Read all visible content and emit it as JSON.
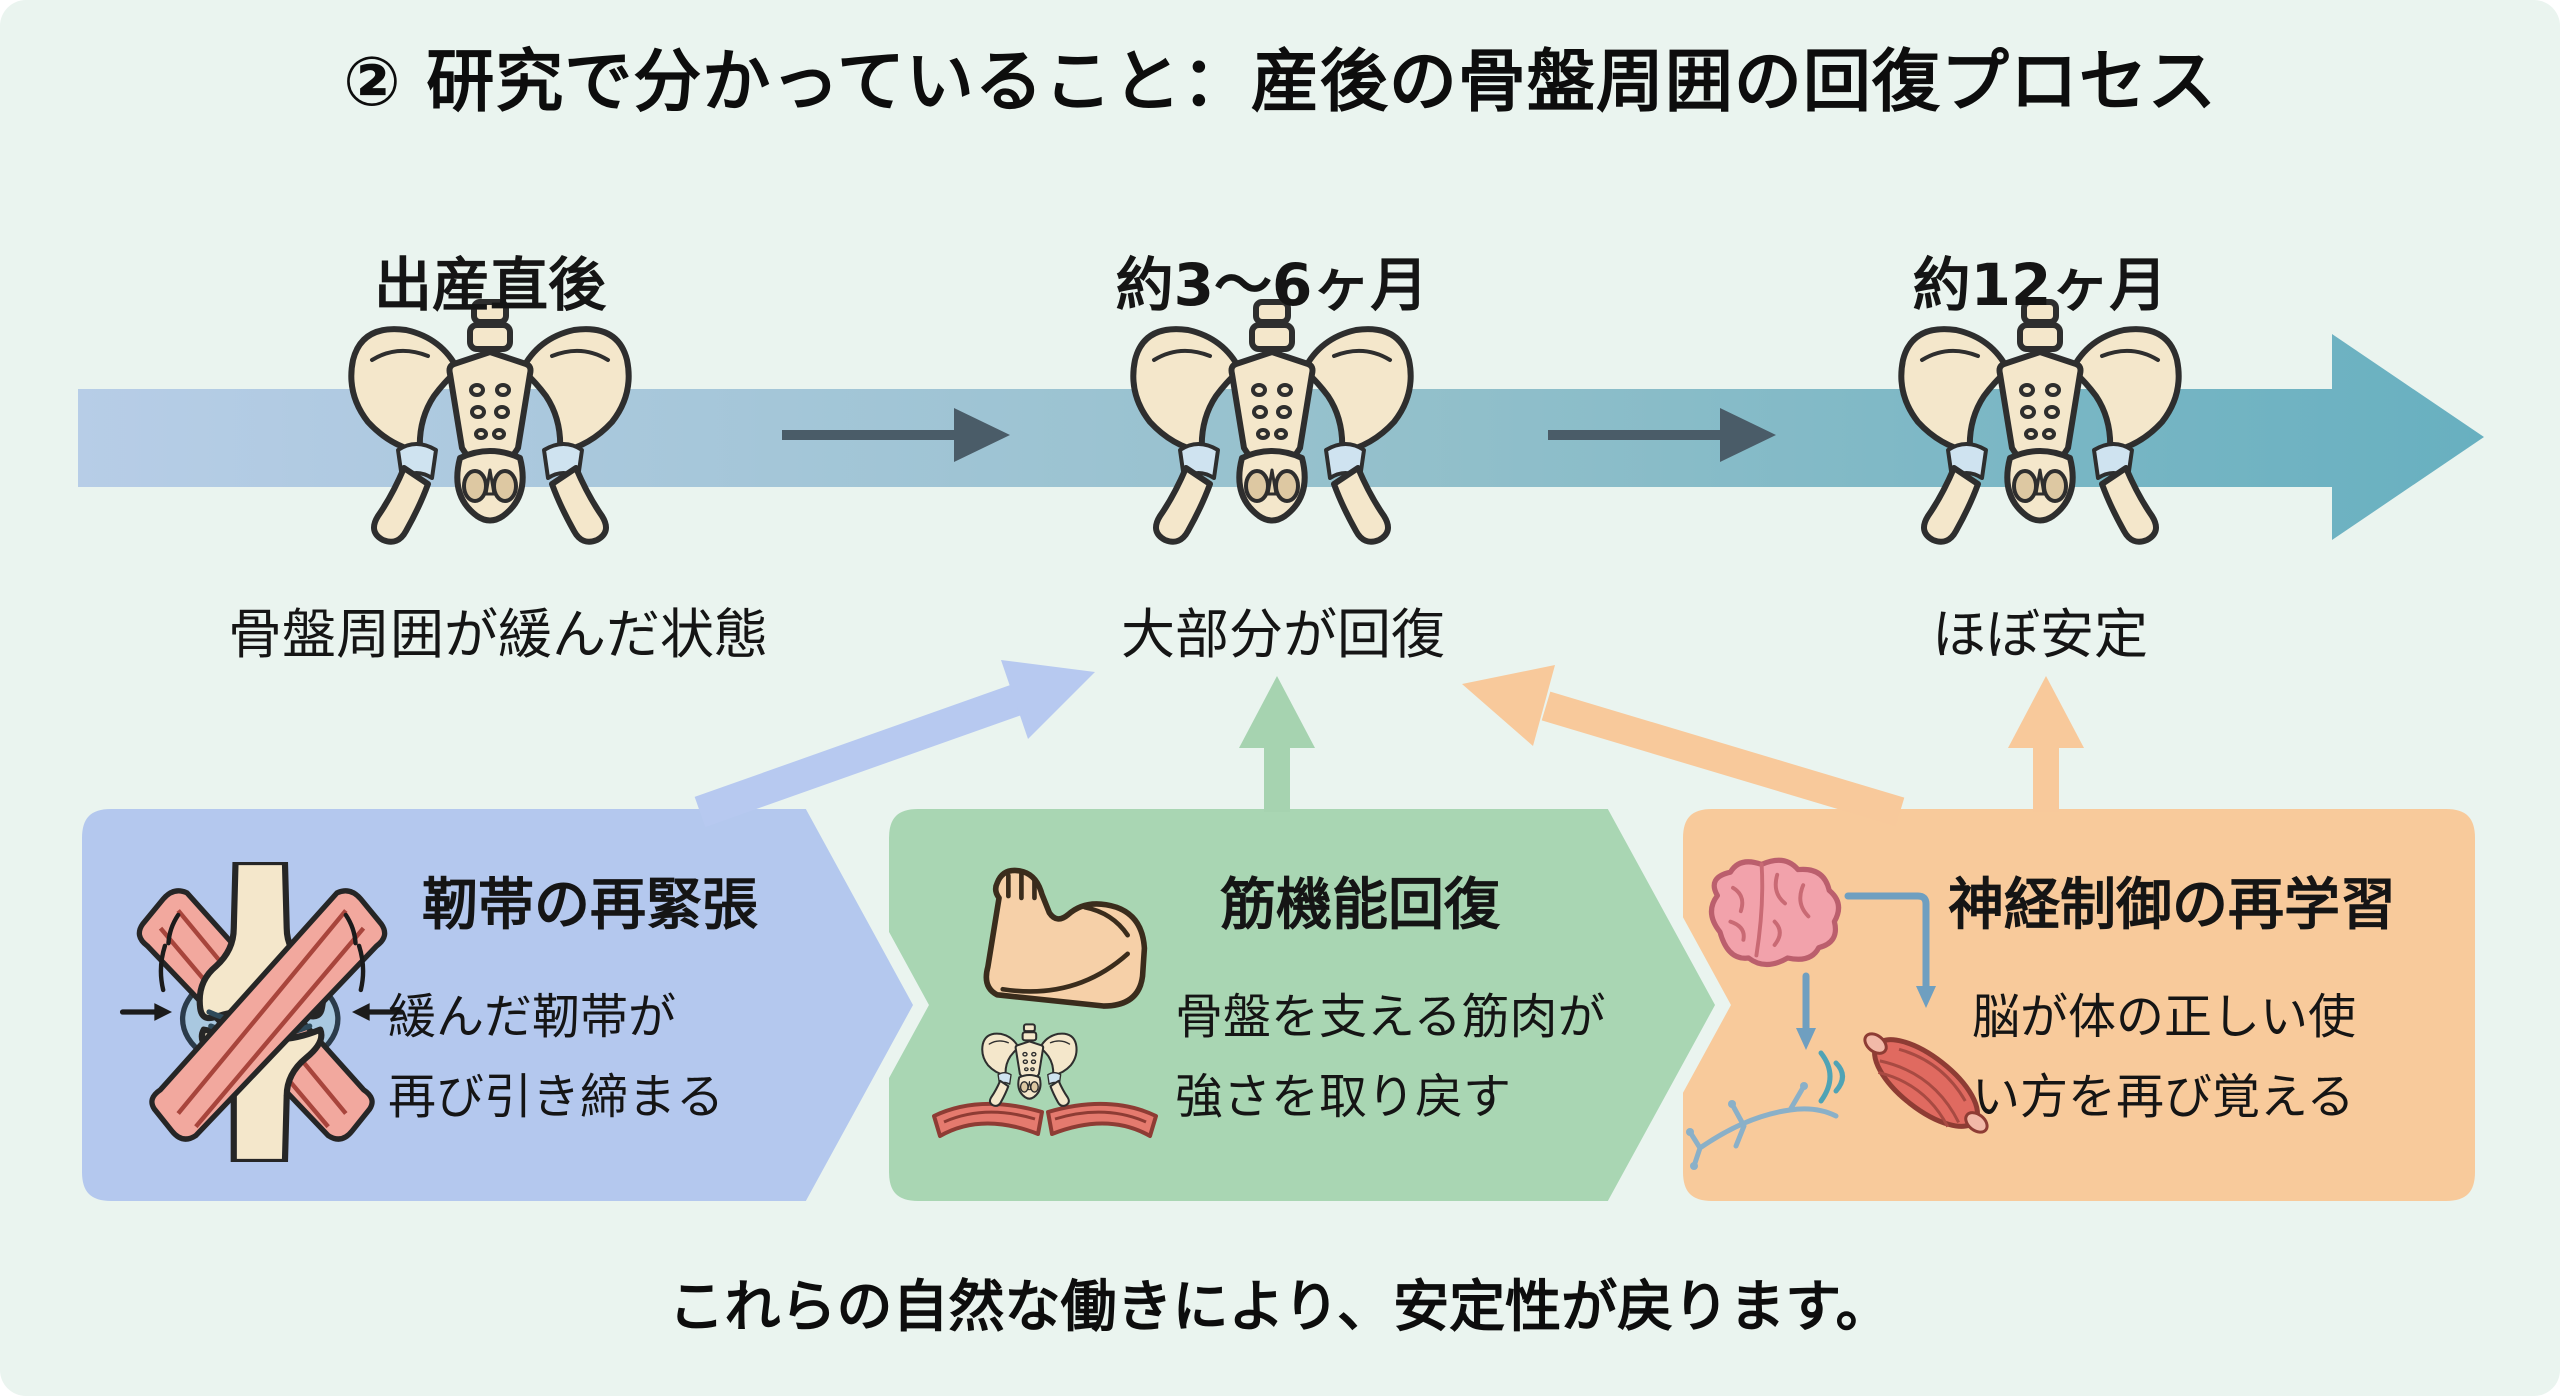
{
  "title": "② 研究で分かっていること：産後の骨盤周囲の回復プロセス",
  "timeline": {
    "stages": [
      {
        "label": "出産直後",
        "caption": "骨盤周囲が緩んだ状態",
        "icon": "pelvis-illustration"
      },
      {
        "label": "約3〜6ヶ月",
        "caption": "大部分が回復",
        "icon": "pelvis-illustration"
      },
      {
        "label": "約12ヶ月",
        "caption": "ほぼ安定",
        "icon": "pelvis-illustration"
      }
    ],
    "band_colors": {
      "start": "#b7cde7",
      "end": "#68b0c0"
    },
    "step_arrow_color": "#4a5c68"
  },
  "mechanisms": [
    {
      "title": "靭帯の再緊張",
      "lines": [
        "緩んだ靭帯が",
        "再び引き締まる"
      ],
      "color": "#b4c8ee",
      "arrow_color": "#b7c9f0",
      "icon": "joint-ligament-icon"
    },
    {
      "title": "筋機能回復",
      "lines": [
        "骨盤を支える筋肉が",
        "強さを取り戻す"
      ],
      "color": "#a9d6b3",
      "arrow_color": "#a6d3b0",
      "icon": "muscle-arm-icon"
    },
    {
      "title": "神経制御の再学習",
      "lines": [
        "脳が体の正しい使",
        "い方を再び覚える"
      ],
      "color": "#f8ca9b",
      "arrow_color": "#f8c99b",
      "icon": "brain-muscle-nerve-icon"
    }
  ],
  "footer": "これらの自然な働きにより、安定性が戻ります。",
  "colors": {
    "background": "#eaf4ef",
    "text": "#0d0d0d",
    "bone": "#f4e7cb",
    "outline": "#2e2e2e"
  }
}
